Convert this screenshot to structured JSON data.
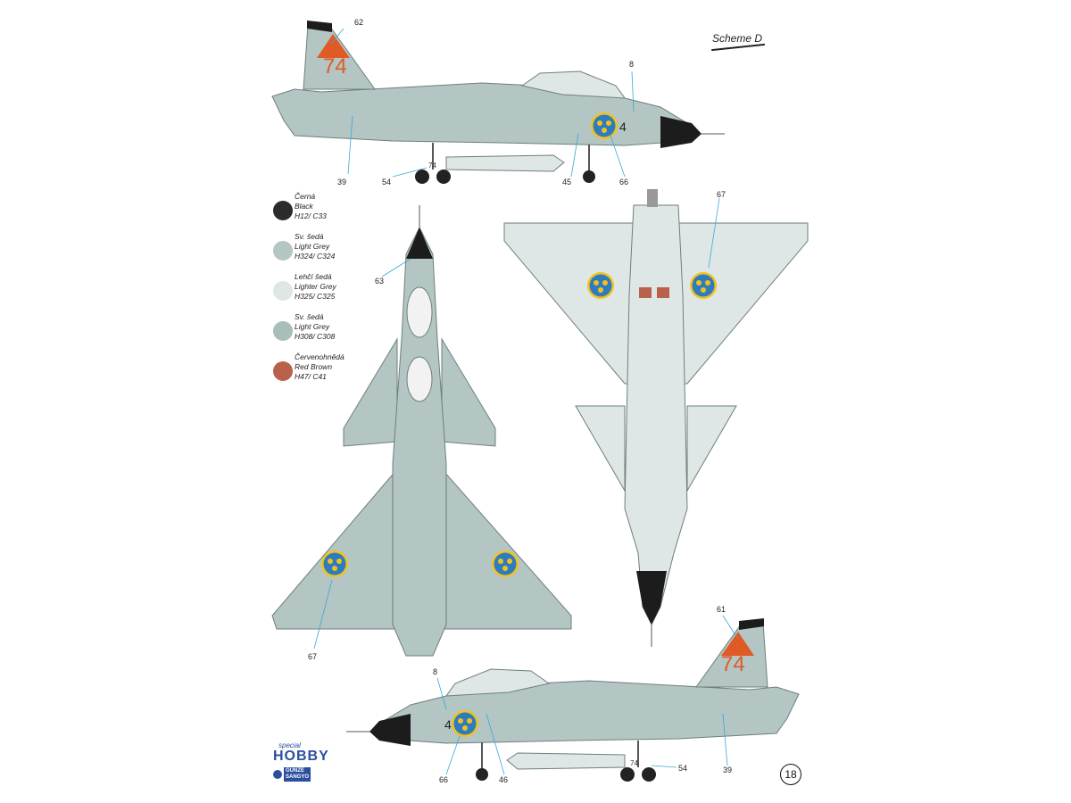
{
  "scheme": {
    "title": "Scheme D"
  },
  "page_number": "18",
  "brand": {
    "special": "special",
    "hobby": "HOBBY",
    "gunze_line1": "GUNZE",
    "gunze_line2": "SANGYO"
  },
  "legend": [
    {
      "line1": "Černá",
      "line2": "Black",
      "line3": "H12/ C33",
      "color": "#2b2b2b"
    },
    {
      "line1": "Sv. šedá",
      "line2": "Light Grey",
      "line3": "H324/ C324",
      "color": "#b3c6c3"
    },
    {
      "line1": "Lehčí šedá",
      "line2": "Lighter Grey",
      "line3": "H325/ C325",
      "color": "#dfe6e6"
    },
    {
      "line1": "Sv. šedá",
      "line2": "Light Grey",
      "line3": "H308/ C308",
      "color": "#a9bdb9"
    },
    {
      "line1": "Červenohnědá",
      "line2": "Red Brown",
      "line3": "H47/ C41",
      "color": "#b9614a"
    }
  ],
  "callouts": {
    "c62": "62",
    "c8_top": "8",
    "c39_top": "39",
    "c54_top": "54",
    "c45": "45",
    "c66_top": "66",
    "c63": "63",
    "c67_mid": "67",
    "c67_bottom": "67",
    "c61": "61",
    "c8_bottom": "8",
    "c66_bottom": "66",
    "c46": "46",
    "c54_bottom": "54",
    "c39_bottom": "39"
  },
  "tail_codes": {
    "top": "74",
    "bottom": "74"
  },
  "nose_codes": {
    "top": "4",
    "bottom": "4"
  },
  "gear_codes": {
    "top": "74",
    "bottom": "74"
  },
  "colors": {
    "body": "#b3c6c3",
    "underside": "#dfe6e6",
    "black": "#1c1c1c",
    "roundel_blue": "#2f7bc0",
    "roundel_yellow": "#f2c21c",
    "code_red": "#e05a25",
    "leader": "#3aa8d8"
  }
}
